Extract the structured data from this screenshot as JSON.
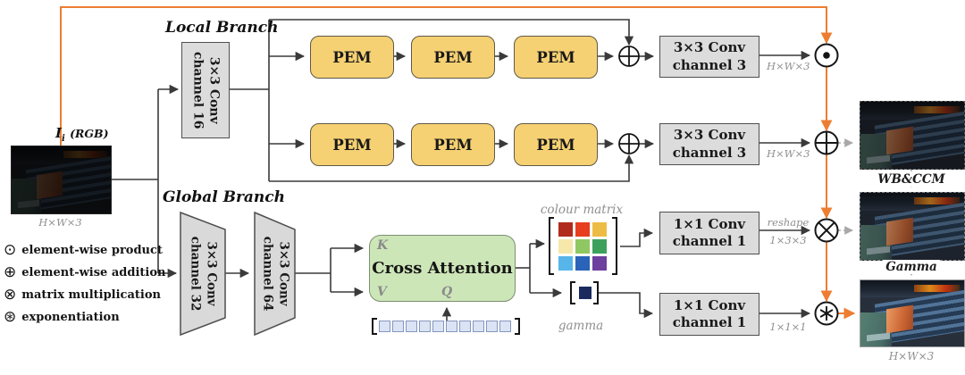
{
  "input": {
    "label_main": "I",
    "label_sub": "i",
    "label_paren": "(RGB)",
    "dim": "H×W×3"
  },
  "branches": {
    "local": "Local Branch",
    "global": "Global Branch"
  },
  "blocks": {
    "conv16": {
      "l1": "3×3 Conv",
      "l2": "channel 16"
    },
    "conv32": {
      "l1": "3×3 Conv",
      "l2": "channel 32"
    },
    "conv64": {
      "l1": "3×3 Conv",
      "l2": "channel 64"
    },
    "conv3": {
      "l1": "3×3 Conv",
      "l2": "channel 3"
    },
    "conv1x1": {
      "l1": "1×1 Conv",
      "l2": "channel 1"
    },
    "pem": "PEM",
    "cross_attention": "Cross Attention"
  },
  "attention": {
    "k": "K",
    "v": "V",
    "q": "Q",
    "token_count": 10
  },
  "outputs": {
    "colour_matrix_label": "colour matrix",
    "gamma_label": "gamma",
    "matrix_colors": [
      [
        "#b02b1d",
        "#e73e20",
        "#edbc44"
      ],
      [
        "#f6e7aa",
        "#8fc862",
        "#3da15c"
      ],
      [
        "#58b5e9",
        "#2a63b9",
        "#6d3f9e"
      ]
    ],
    "gamma_color": "#1b2a5e",
    "dim_top": "H×W×3",
    "dim_bottom": "H×W×3",
    "reshape": "reshape",
    "reshape_dim": "1×3×3",
    "gamma_dim": "1×1×1"
  },
  "stages": {
    "wb_ccm": "WB&CCM",
    "gamma": "Gamma",
    "final_dim": "H×W×3"
  },
  "legend": [
    {
      "symbol": "⊙",
      "text": "element-wise product"
    },
    {
      "symbol": "⊕",
      "text": "element-wise addition"
    },
    {
      "symbol": "⊗",
      "text": "matrix multiplication"
    },
    {
      "symbol": "⊛",
      "text": "exponentiation"
    }
  ],
  "colors": {
    "orange": "#ed7d31",
    "line": "#3a3a3a",
    "muted_gray": "#a8a8a8"
  }
}
